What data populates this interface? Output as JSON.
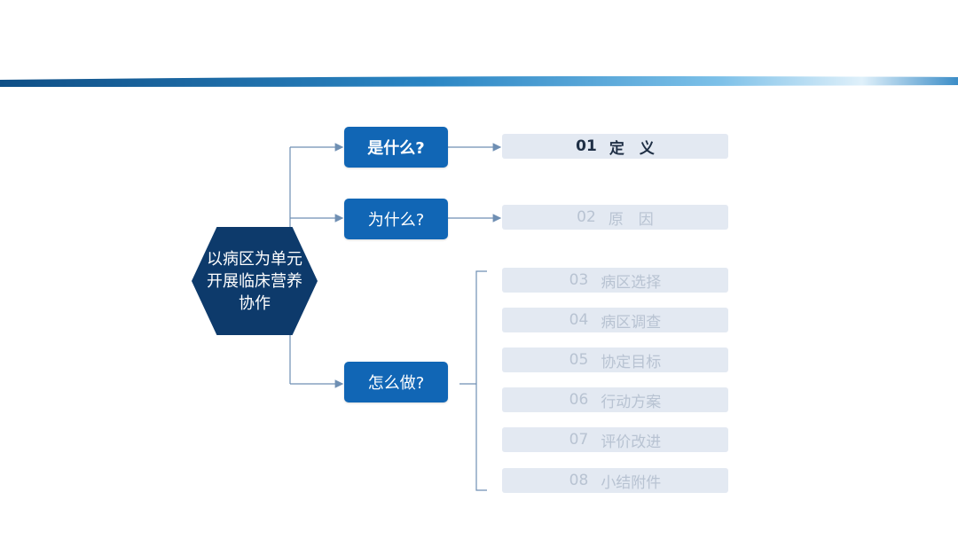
{
  "center_node": {
    "label": "以病区为单元\n开展临床营养\n协作"
  },
  "questions": [
    {
      "label": "是什么?",
      "active": true
    },
    {
      "label": "为什么?",
      "active": false
    },
    {
      "label": "怎么做?",
      "active": false
    }
  ],
  "topics": [
    {
      "num": "01",
      "label": "定　义",
      "active": true
    },
    {
      "num": "02",
      "label": "原　因",
      "active": false
    },
    {
      "num": "03",
      "label": "病区选择",
      "active": false
    },
    {
      "num": "04",
      "label": "病区调查",
      "active": false
    },
    {
      "num": "05",
      "label": "协定目标",
      "active": false
    },
    {
      "num": "06",
      "label": "行动方案",
      "active": false
    },
    {
      "num": "07",
      "label": "评价改进",
      "active": false
    },
    {
      "num": "08",
      "label": "小结附件",
      "active": false
    }
  ],
  "colors": {
    "hexagon": "#0d3a6b",
    "question_box": "#1166b5",
    "topic_box": "#e3e9f2",
    "active_topic_text": "#1f2f45",
    "inactive_topic_text": "#b8c3d2",
    "connector": "#6f8fb3"
  }
}
